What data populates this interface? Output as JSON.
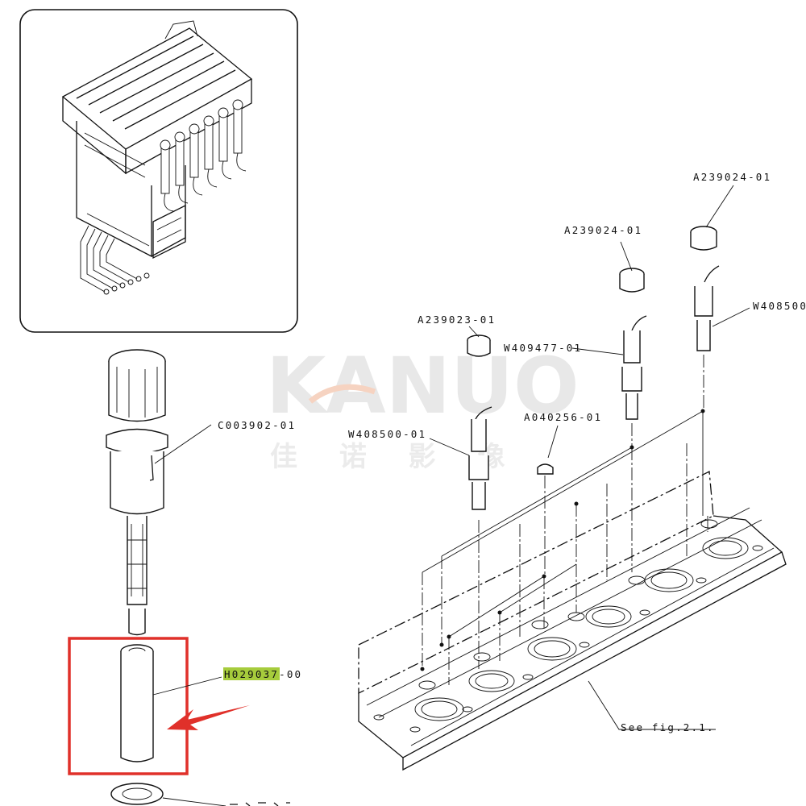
{
  "labels": {
    "c003902": "C003902-01",
    "h029037_hl": "H029037",
    "h029037_rest": "-00",
    "a239023": "A239023-01",
    "w408500_left": "W408500-01",
    "a040256": "A040256-01",
    "w409477": "W409477-01",
    "a239024_mid": "A239024-01",
    "a239024_right": "A239024-01",
    "w408500_right": "W408500",
    "see_fig": "See fig.2.1."
  },
  "watermark": {
    "brand": "KANUO",
    "chinese": "佳 诺 影 像"
  },
  "colors": {
    "highlight": "#a6cc3c",
    "callout_box": "#e0302a",
    "arrow": "#e0302a",
    "watermark": "#d8d8d8"
  }
}
